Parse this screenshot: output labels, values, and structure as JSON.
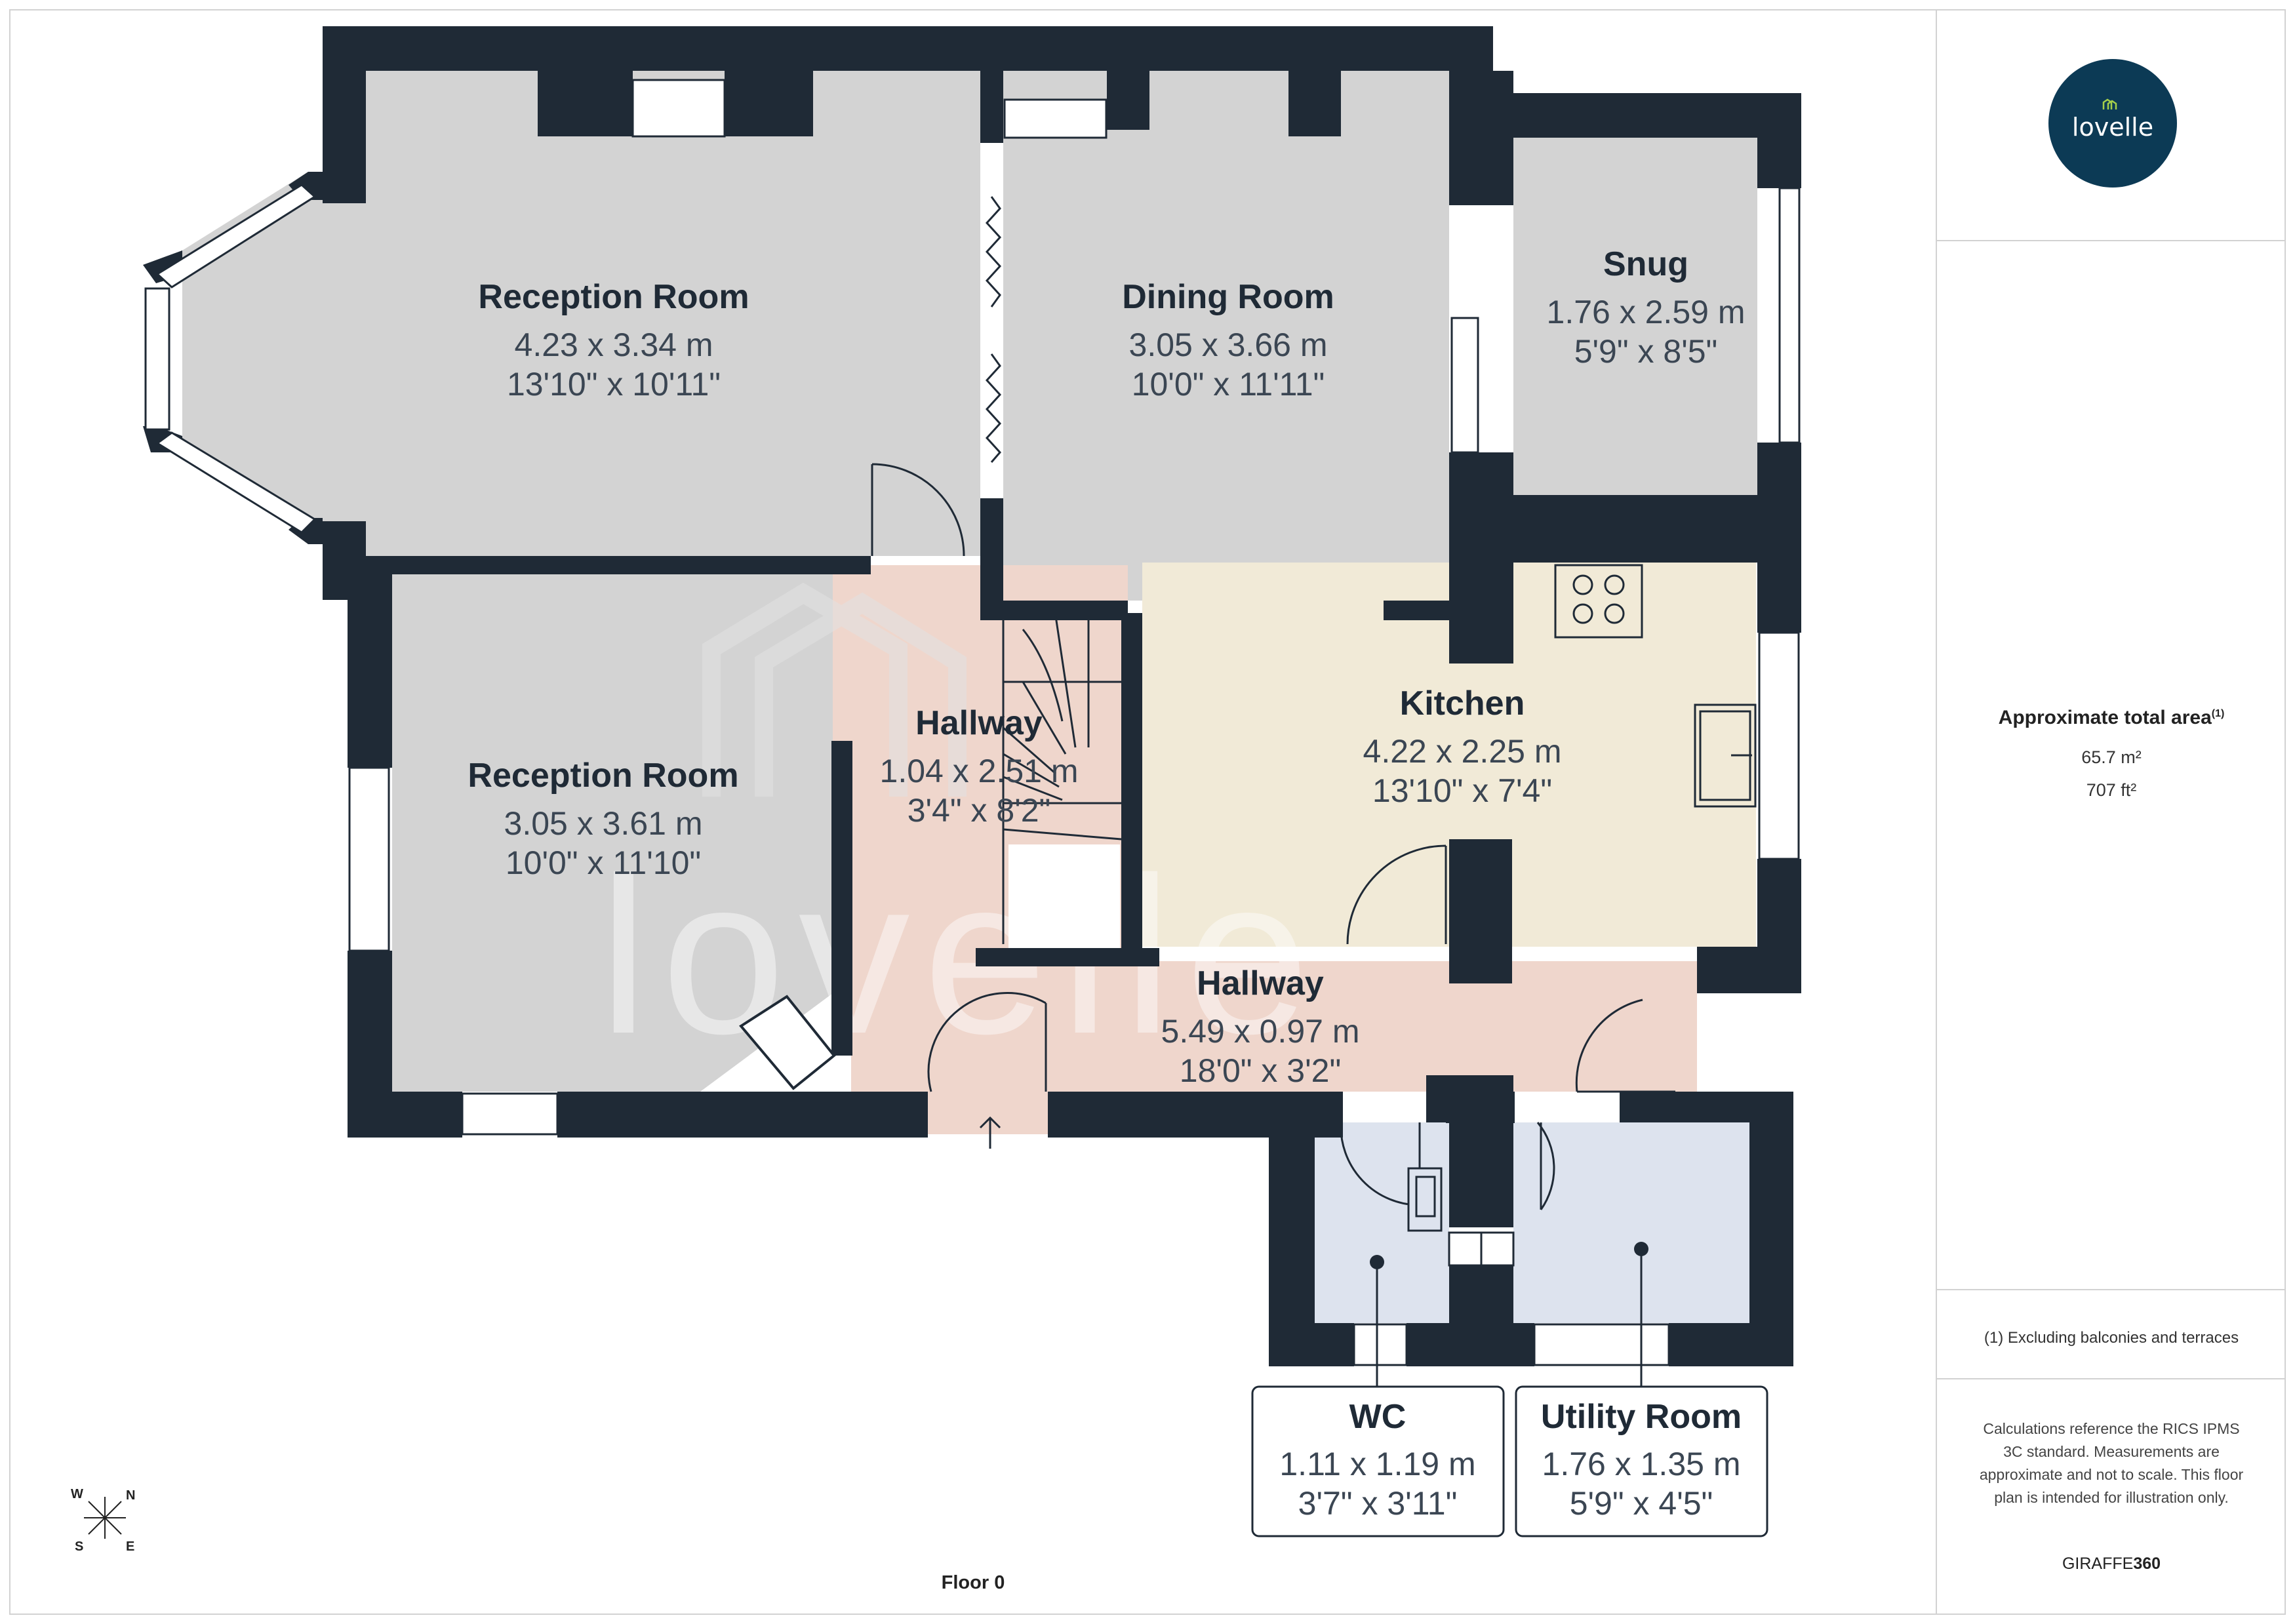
{
  "rooms": {
    "reception_1": {
      "name": "Reception Room",
      "metric": "4.23 x 3.34 m",
      "imperial": "13'10\" x 10'11\""
    },
    "dining": {
      "name": "Dining Room",
      "metric": "3.05 x 3.66 m",
      "imperial": "10'0\" x 11'11\""
    },
    "snug": {
      "name": "Snug",
      "metric": "1.76 x 2.59 m",
      "imperial": "5'9\" x 8'5\""
    },
    "reception_2": {
      "name": "Reception Room",
      "metric": "3.05 x 3.61 m",
      "imperial": "10'0\" x 11'10\""
    },
    "hallway_1": {
      "name": "Hallway",
      "metric": "1.04 x 2.51 m",
      "imperial": "3'4\" x 8'2\""
    },
    "kitchen": {
      "name": "Kitchen",
      "metric": "4.22 x 2.25 m",
      "imperial": "13'10\" x 7'4\""
    },
    "hallway_2": {
      "name": "Hallway",
      "metric": "5.49 x 0.97 m",
      "imperial": "18'0\" x 3'2\""
    },
    "wc": {
      "name": "WC",
      "metric": "1.11 x 1.19 m",
      "imperial": "3'7\" x 3'11\""
    },
    "utility": {
      "name": "Utility Room",
      "metric": "1.76 x 1.35 m",
      "imperial": "5'9\" x 4'5\""
    }
  },
  "floor_label": "Floor 0",
  "compass": {
    "w": "W",
    "n": "N",
    "s": "S",
    "e": "E"
  },
  "watermark": "lovelle",
  "sidebar": {
    "logo_text": "lovelle",
    "area_title": "Approximate total area",
    "area_sup": "(1)",
    "area_m2": "65.7 m²",
    "area_ft2": "707 ft²",
    "exclusion_note": "(1) Excluding balconies and terraces",
    "calc_note": "Calculations reference the RICS IPMS 3C standard. Measurements are approximate and not to scale. This floor plan is intended for illustration only.",
    "brand_prefix": "GIRAFFE",
    "brand_suffix": "360"
  },
  "colors": {
    "wall": "#1f2a36",
    "room_grey": "#d3d3d3",
    "hallway_pink": "#efd6cc",
    "kitchen_cream": "#f1ead7",
    "utility_blue": "#dde3ee",
    "logo_navy": "#0c3a55",
    "logo_mark_green": "#a5cf4a"
  }
}
